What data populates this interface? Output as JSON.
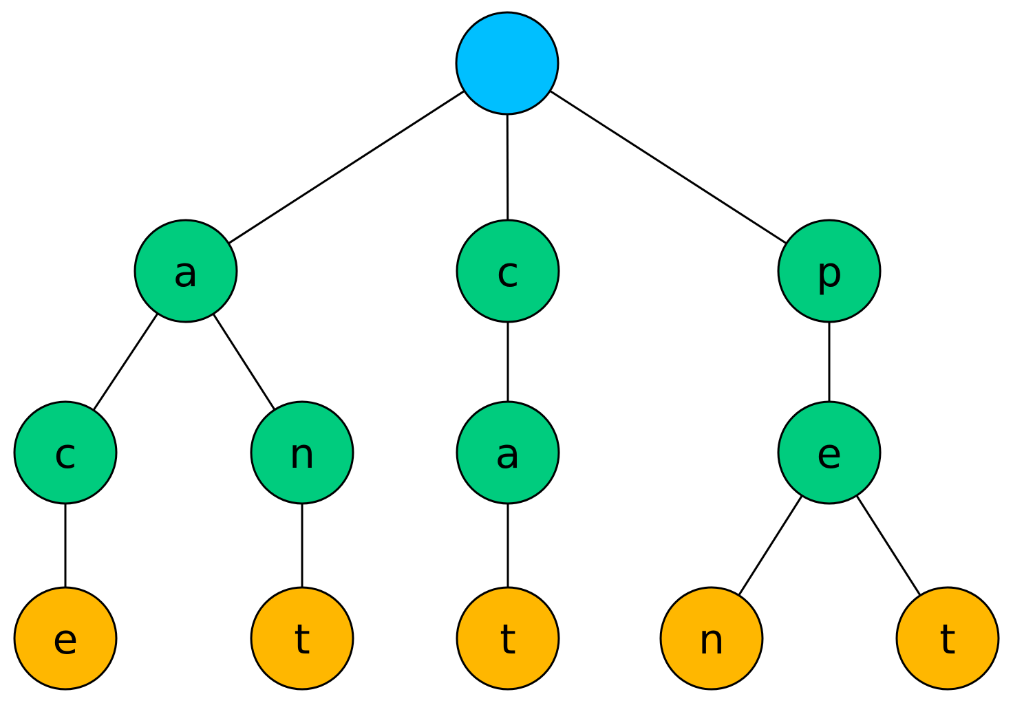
{
  "colors": {
    "root": "#00BFFF",
    "internal": "#00CC7E",
    "leaf": "#FFB700",
    "stroke": "#000000"
  },
  "nodes": [
    {
      "id": "root",
      "label": "",
      "kind": "root"
    },
    {
      "id": "a",
      "label": "a",
      "kind": "internal"
    },
    {
      "id": "c",
      "label": "c",
      "kind": "internal"
    },
    {
      "id": "p",
      "label": "p",
      "kind": "internal"
    },
    {
      "id": "ac",
      "label": "c",
      "kind": "internal"
    },
    {
      "id": "an",
      "label": "n",
      "kind": "internal"
    },
    {
      "id": "ca",
      "label": "a",
      "kind": "internal"
    },
    {
      "id": "pe",
      "label": "e",
      "kind": "internal"
    },
    {
      "id": "ace",
      "label": "e",
      "kind": "leaf"
    },
    {
      "id": "ant",
      "label": "t",
      "kind": "leaf"
    },
    {
      "id": "cat",
      "label": "t",
      "kind": "leaf"
    },
    {
      "id": "pen",
      "label": "n",
      "kind": "leaf"
    },
    {
      "id": "pet",
      "label": "t",
      "kind": "leaf"
    }
  ],
  "edges": [
    [
      "root",
      "a"
    ],
    [
      "root",
      "c"
    ],
    [
      "root",
      "p"
    ],
    [
      "a",
      "ac"
    ],
    [
      "a",
      "an"
    ],
    [
      "c",
      "ca"
    ],
    [
      "p",
      "pe"
    ],
    [
      "ac",
      "ace"
    ],
    [
      "an",
      "ant"
    ],
    [
      "ca",
      "cat"
    ],
    [
      "pe",
      "pen"
    ],
    [
      "pe",
      "pet"
    ]
  ]
}
